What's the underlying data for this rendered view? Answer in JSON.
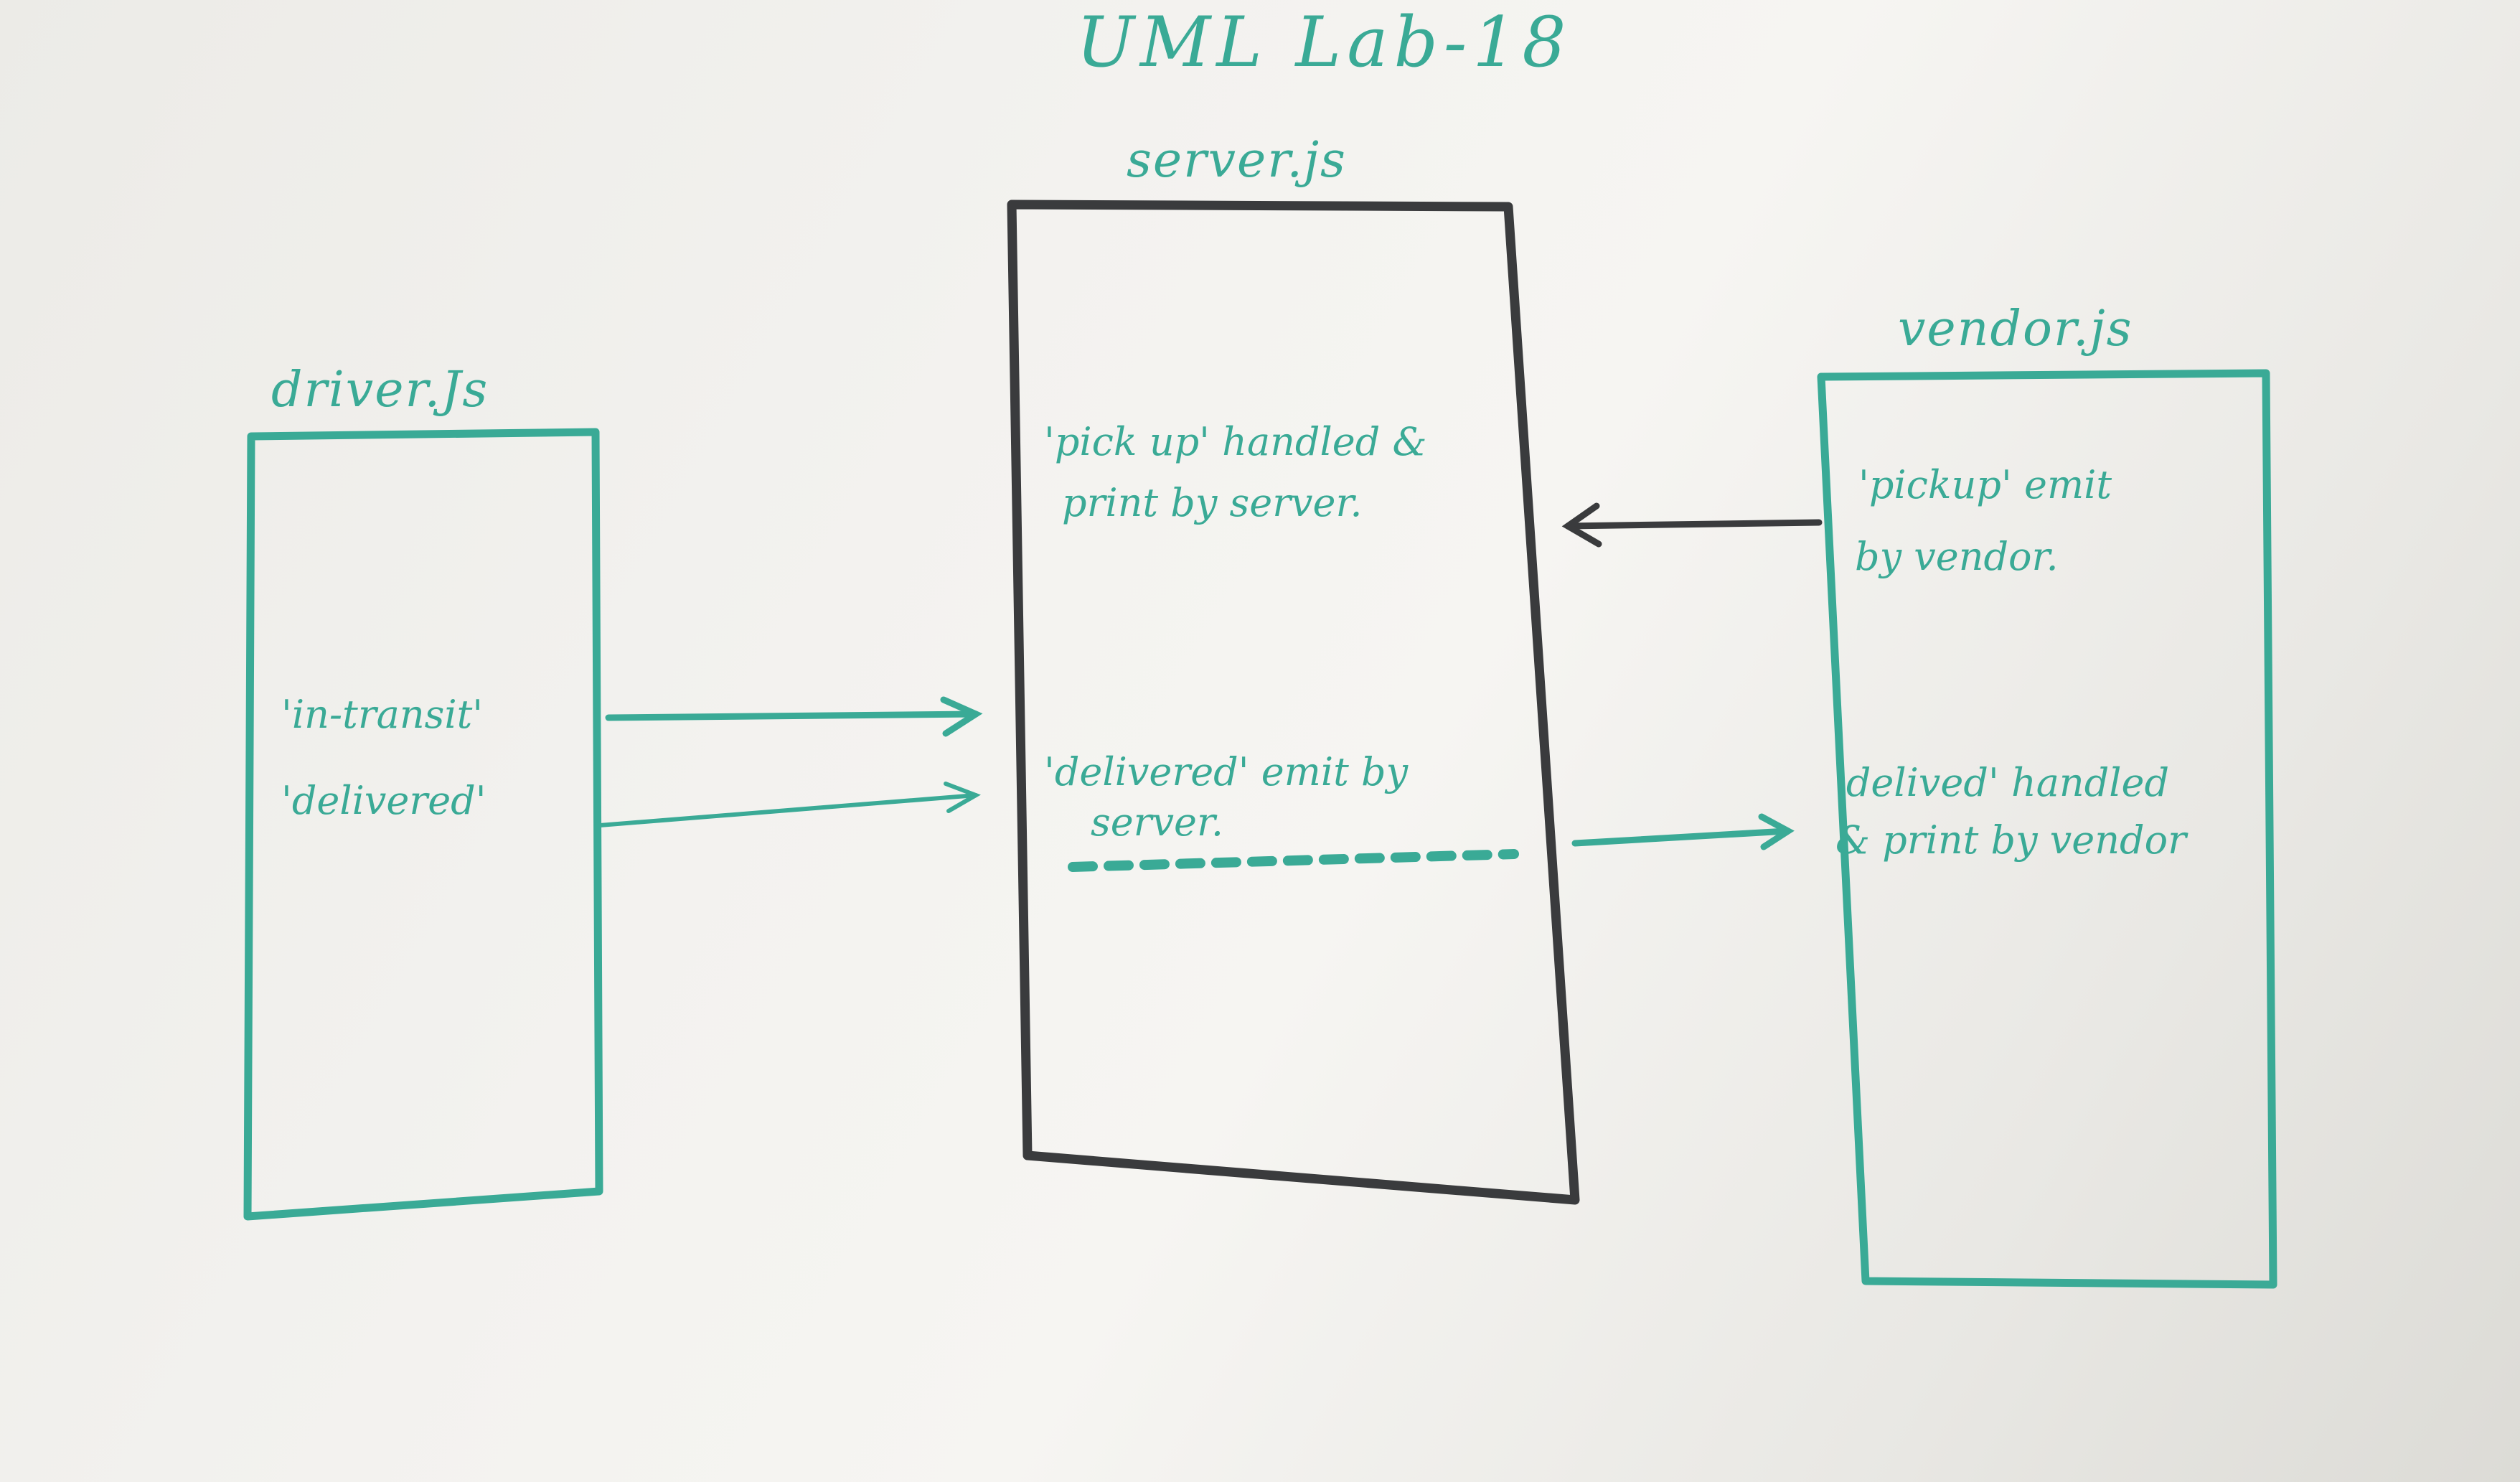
{
  "colors": {
    "marker_teal": "#3aaa96",
    "marker_black": "#3a3b3d"
  },
  "title": "UML Lab-18",
  "boxes": {
    "driver": {
      "label": "driver.Js",
      "events": [
        "'in-transit'",
        "'delivered'"
      ]
    },
    "server": {
      "label": "server.js",
      "notes": [
        "'pick up' handled &",
        "print by server.",
        "'delivered' emit by",
        "server."
      ]
    },
    "vendor": {
      "label": "vendor.js",
      "notes": [
        "'pickup' emit",
        "by vendor.",
        "'delived' handled",
        "& print by vendor"
      ]
    }
  },
  "arrows": [
    {
      "from": "driver",
      "to": "server",
      "event": "in-transit"
    },
    {
      "from": "driver",
      "to": "server",
      "event": "delivered"
    },
    {
      "from": "vendor",
      "to": "server",
      "event": "pickup"
    },
    {
      "from": "server",
      "to": "vendor",
      "event": "delivered"
    }
  ]
}
